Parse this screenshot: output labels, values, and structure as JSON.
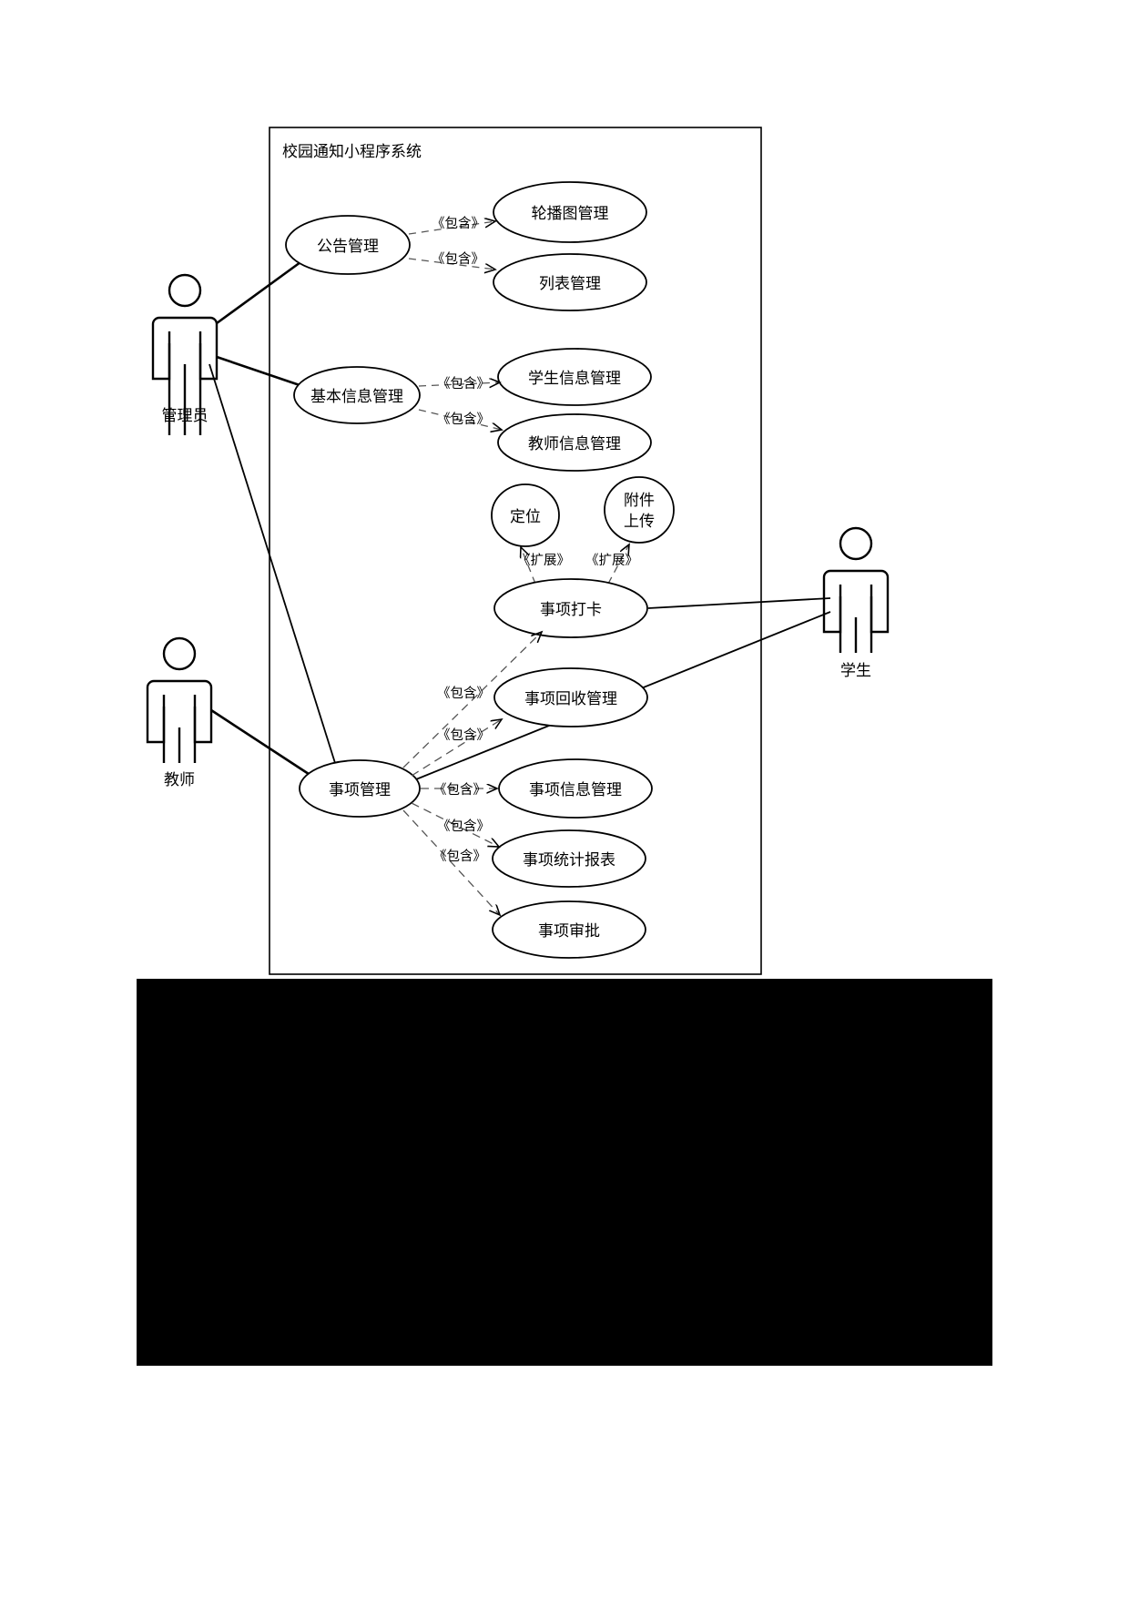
{
  "diagram": {
    "type": "uml-use-case-diagram",
    "system_boundary": {
      "title": "校园通知小程序系统"
    },
    "actors": [
      {
        "id": "admin",
        "label": "管理员"
      },
      {
        "id": "teacher",
        "label": "教师"
      },
      {
        "id": "student",
        "label": "学生"
      }
    ],
    "use_cases": [
      {
        "id": "uc_announce",
        "label": "公告管理"
      },
      {
        "id": "uc_carousel",
        "label": "轮播图管理"
      },
      {
        "id": "uc_list",
        "label": "列表管理"
      },
      {
        "id": "uc_baseinfo",
        "label": "基本信息管理"
      },
      {
        "id": "uc_studentinfo",
        "label": "学生信息管理"
      },
      {
        "id": "uc_teacherinfo",
        "label": "教师信息管理"
      },
      {
        "id": "uc_location",
        "label": "定位"
      },
      {
        "id": "uc_attach_l1",
        "label": "附件"
      },
      {
        "id": "uc_attach_l2",
        "label": "上传"
      },
      {
        "id": "uc_checkin",
        "label": "事项打卡"
      },
      {
        "id": "uc_recycle",
        "label": "事项回收管理"
      },
      {
        "id": "uc_itemmgmt",
        "label": "事项管理"
      },
      {
        "id": "uc_iteminfo",
        "label": "事项信息管理"
      },
      {
        "id": "uc_report",
        "label": "事项统计报表"
      },
      {
        "id": "uc_approval",
        "label": "事项审批"
      }
    ],
    "stereotypes": {
      "include": "《包含》",
      "extend": "《扩展》"
    },
    "relations": [
      {
        "from": "uc_announce",
        "to": "uc_carousel",
        "kind": "include",
        "label": "《包含》"
      },
      {
        "from": "uc_announce",
        "to": "uc_list",
        "kind": "include",
        "label": "《包含》"
      },
      {
        "from": "uc_baseinfo",
        "to": "uc_studentinfo",
        "kind": "include",
        "label": "《包含》"
      },
      {
        "from": "uc_baseinfo",
        "to": "uc_teacherinfo",
        "kind": "include",
        "label": "《包含》"
      },
      {
        "from": "uc_location",
        "to": "uc_checkin",
        "kind": "extend",
        "label": "《扩展》"
      },
      {
        "from": "uc_attach",
        "to": "uc_checkin",
        "kind": "extend",
        "label": "《扩展》"
      },
      {
        "from": "uc_itemmgmt",
        "to": "uc_checkin",
        "kind": "include",
        "label": "《包含》"
      },
      {
        "from": "uc_itemmgmt",
        "to": "uc_recycle",
        "kind": "include",
        "label": "《包含》"
      },
      {
        "from": "uc_itemmgmt",
        "to": "uc_iteminfo",
        "kind": "include",
        "label": "《包含》"
      },
      {
        "from": "uc_itemmgmt",
        "to": "uc_report",
        "kind": "include",
        "label": "《包含》"
      },
      {
        "from": "uc_itemmgmt",
        "to": "uc_approval",
        "kind": "include",
        "label": "《包含》"
      }
    ],
    "associations": [
      {
        "actor": "admin",
        "to": "uc_announce"
      },
      {
        "actor": "admin",
        "to": "uc_baseinfo"
      },
      {
        "actor": "admin",
        "to": "uc_itemmgmt"
      },
      {
        "actor": "teacher",
        "to": "uc_itemmgmt"
      },
      {
        "actor": "student",
        "to": "uc_checkin"
      },
      {
        "actor": "student",
        "to": "uc_itemmgmt"
      }
    ],
    "colors": {
      "stroke": "#000000",
      "fill": "#ffffff",
      "boundary_title": "#555555",
      "stereotype_text": "#555555",
      "bottom_block": "#000000"
    }
  }
}
